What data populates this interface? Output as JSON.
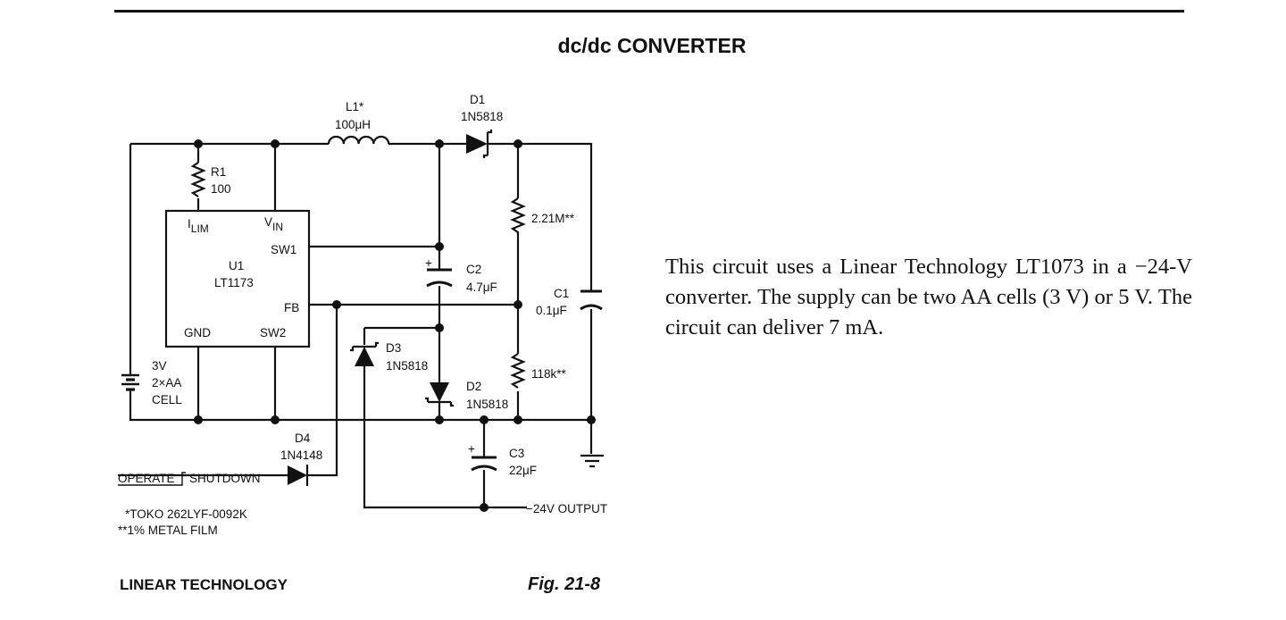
{
  "title": "dc/dc CONVERTER",
  "description": "This circuit uses a Linear Technology LT1073 in a −24-V converter. The supply can be two AA cells (3 V) or 5 V. The circuit can deliver 7 mA.",
  "footer": {
    "source": "LINEAR TECHNOLOGY",
    "figure": "Fig. 21-8"
  },
  "schematic": {
    "L1": {
      "ref": "L1*",
      "value": "100μH"
    },
    "D1": {
      "ref": "D1",
      "value": "1N5818"
    },
    "R1": {
      "ref": "R1",
      "value": "100"
    },
    "R_top": {
      "value": "2.21M**"
    },
    "R_bottom": {
      "value": "118k**"
    },
    "C1": {
      "ref": "C1",
      "value": "0.1μF"
    },
    "C2": {
      "ref": "C2",
      "value": "4.7μF"
    },
    "C3": {
      "ref": "C3",
      "value": "22μF"
    },
    "D2": {
      "ref": "D2",
      "value": "1N5818"
    },
    "D3": {
      "ref": "D3",
      "value": "1N5818"
    },
    "D4": {
      "ref": "D4",
      "value": "1N4148"
    },
    "U1": {
      "ref": "U1",
      "part": "LT1173",
      "pin_ilim": "I",
      "pin_ilim_sub": "LIM",
      "pin_vin": "V",
      "pin_vin_sub": "IN",
      "pin_sw1": "SW1",
      "pin_fb": "FB",
      "pin_gnd": "GND",
      "pin_sw2": "SW2"
    },
    "battery": {
      "line1": "3V",
      "line2": "2×AA",
      "line3": "CELL"
    },
    "control": {
      "operate": "OPERATE",
      "shutdown": "SHUTDOWN"
    },
    "output_label": "−24V OUTPUT",
    "notes": [
      "*TOKO 262LYF-0092K",
      "**1% METAL FILM"
    ]
  }
}
